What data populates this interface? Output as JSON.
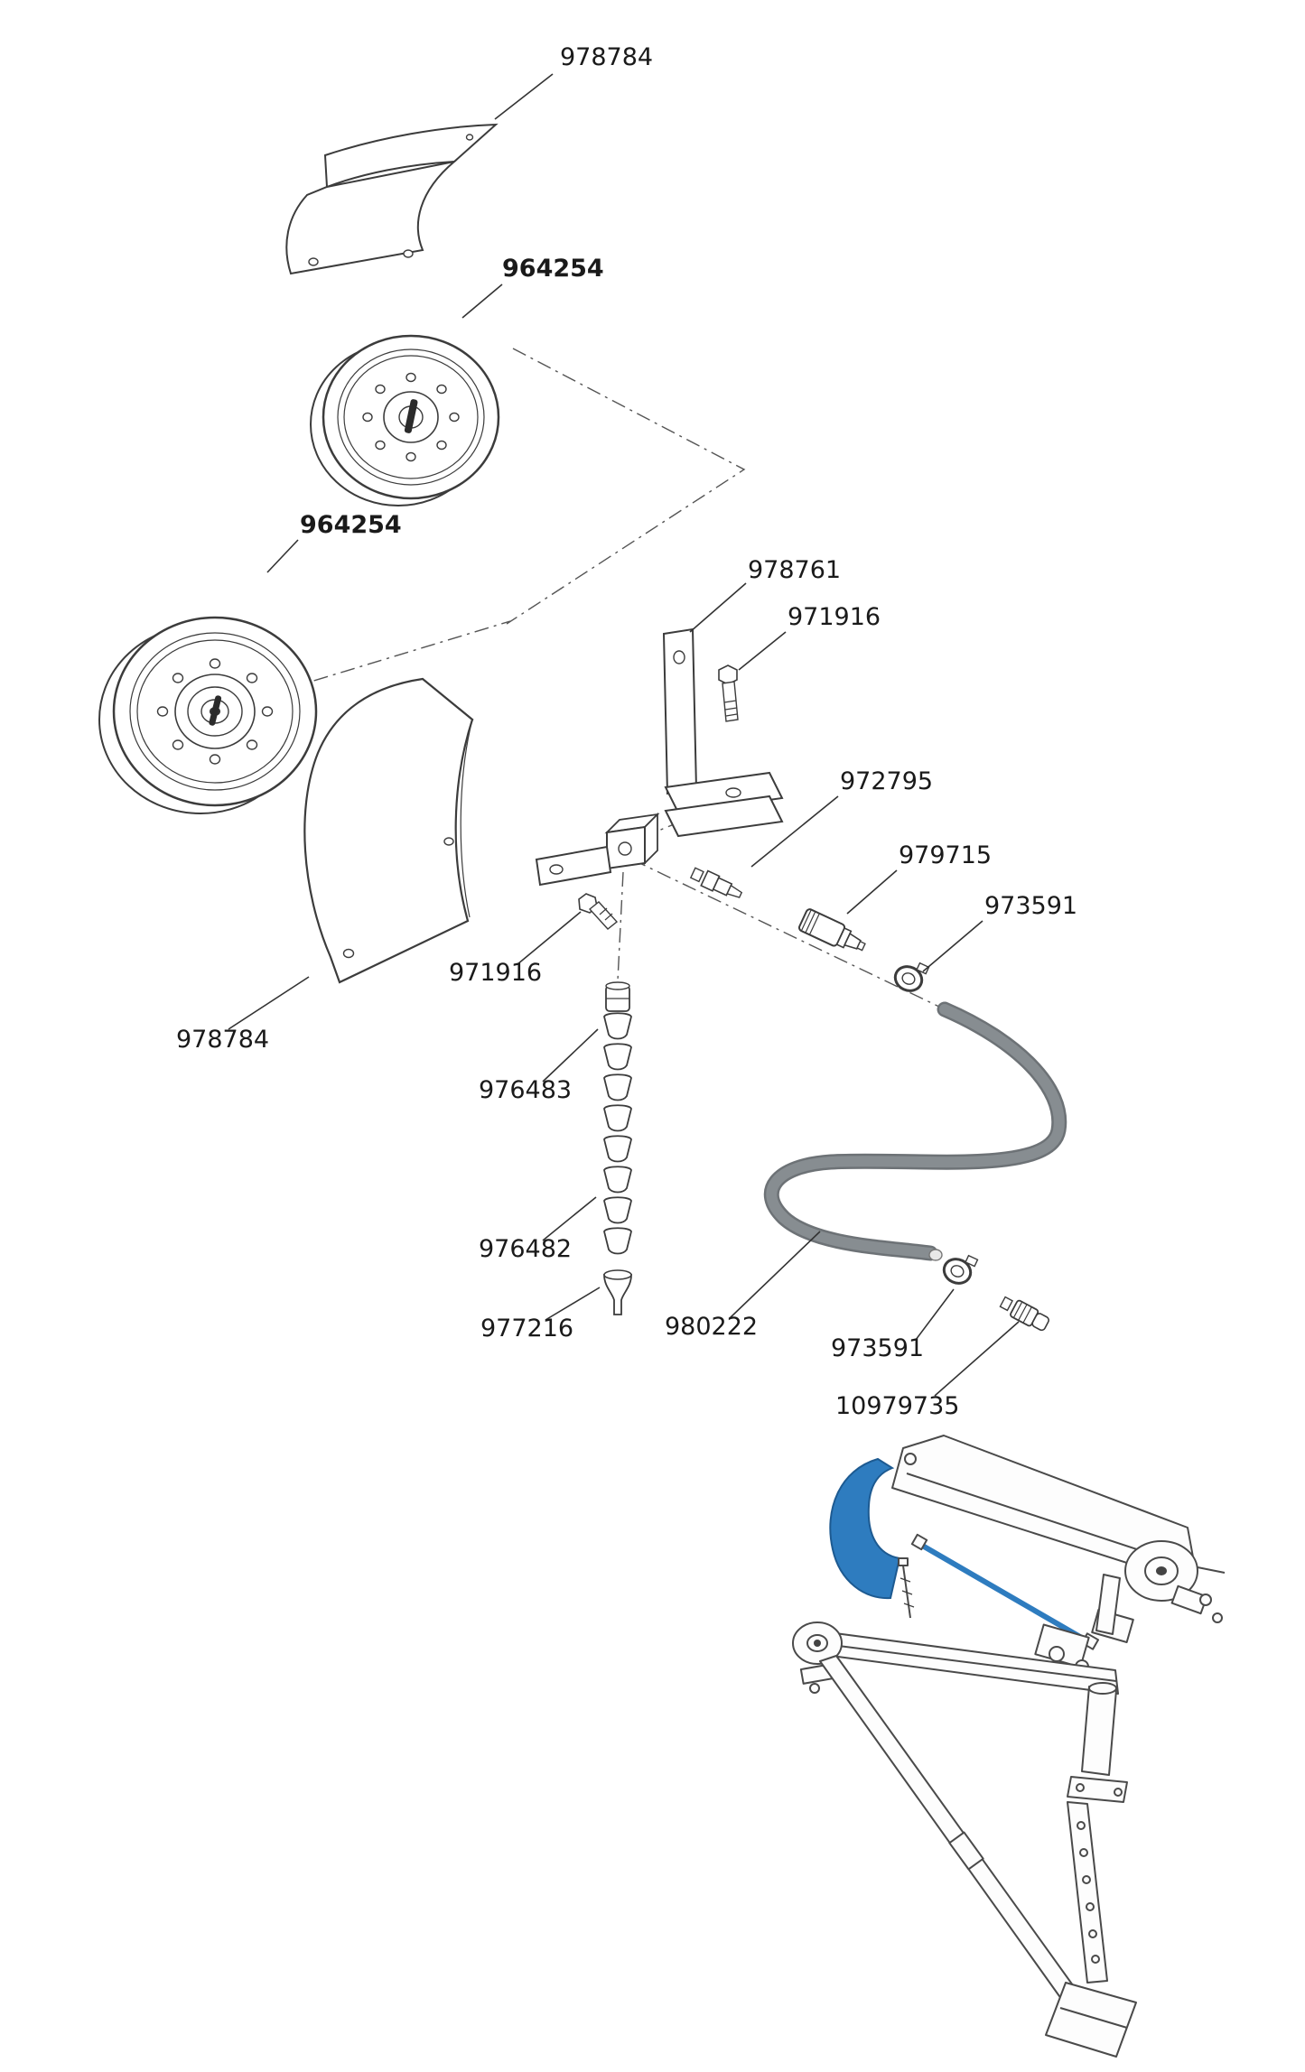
{
  "page": {
    "title": "Exploded parts diagram with machine overview"
  },
  "colors": {
    "accent_blue": "#2e7cbf",
    "hose_gray": "#878d91",
    "hose_dark": "#6d7276",
    "line": "#3c3c3c"
  },
  "labels": {
    "guard_top": "978784",
    "pulley_top": "964254",
    "pulley_bottom": "964254",
    "bracket": "978761",
    "bolt_top": "971916",
    "nipple": "972795",
    "coupler": "979715",
    "clamp_top": "973591",
    "bolt_bottom": "971916",
    "guard_bottom": "978784",
    "segment_top": "976483",
    "segment_bottom": "976482",
    "nozzle": "977216",
    "hose": "980222",
    "clamp_bottom": "973591",
    "hose_fitting": "10979735"
  }
}
